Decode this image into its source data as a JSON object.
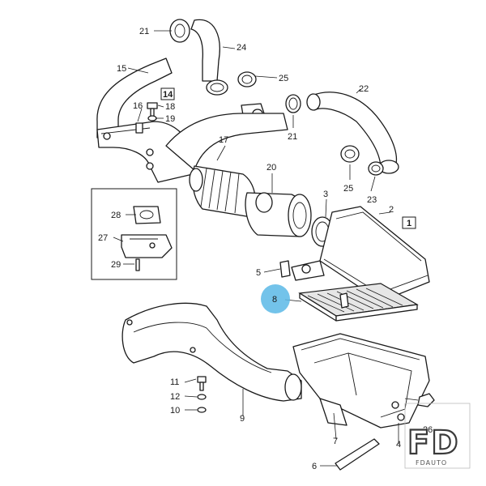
{
  "diagram": {
    "callouts": {
      "c1": "1",
      "c2": "2",
      "c3": "3",
      "c5": "5",
      "c6": "6",
      "c7": "7",
      "c8": "8",
      "c9": "9",
      "c10": "10",
      "c11": "11",
      "c12": "12",
      "c14": "14",
      "c15": "15",
      "c16": "16",
      "c17": "17",
      "c18": "18",
      "c19": "19",
      "c20": "20",
      "c21a": "21",
      "c21b": "21",
      "c22": "22",
      "c23": "23",
      "c24": "24",
      "c25a": "25",
      "c25b": "25",
      "c26": "26",
      "c27": "27",
      "c28": "28",
      "c29": "29",
      "c4": "4"
    },
    "highlight_color": "#5ab8e6",
    "highlighted_part": "8"
  },
  "watermark": {
    "letters": "FD",
    "text": "FDAUTO"
  }
}
